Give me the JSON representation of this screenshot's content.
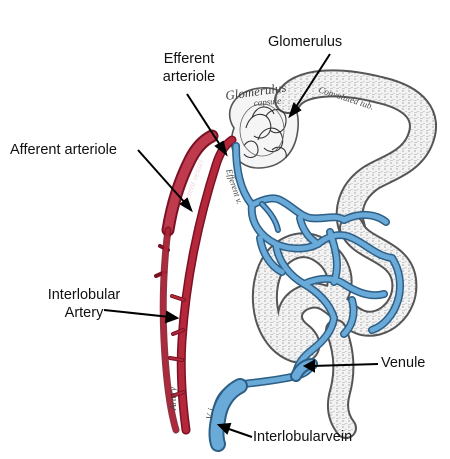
{
  "labels": {
    "glomerulus": "Glomerulus",
    "efferent_line1": "Efferent",
    "efferent_line2": "arteriole",
    "afferent": "Afferent arteriole",
    "interlobular_line1": "Interlobular",
    "interlobular_line2": "Artery",
    "venule": "Venule",
    "interlobular_vein": "Interlobularvein"
  },
  "engraved_text": {
    "glomerulus": "Glomerulus",
    "capsule": "capsule",
    "convoluted": "Convoluted tub.",
    "afferent": "Afferent vessel",
    "efferent": "Efferent v.",
    "artery": "Artery",
    "vein": "V. i"
  },
  "colors": {
    "artery": "#b5273a",
    "artery_dark": "#7a1224",
    "vein": "#6aaad8",
    "vein_dark": "#2d5f86",
    "tubule_fill": "#efefef",
    "tubule_stroke": "#555555",
    "text": "#111111"
  }
}
